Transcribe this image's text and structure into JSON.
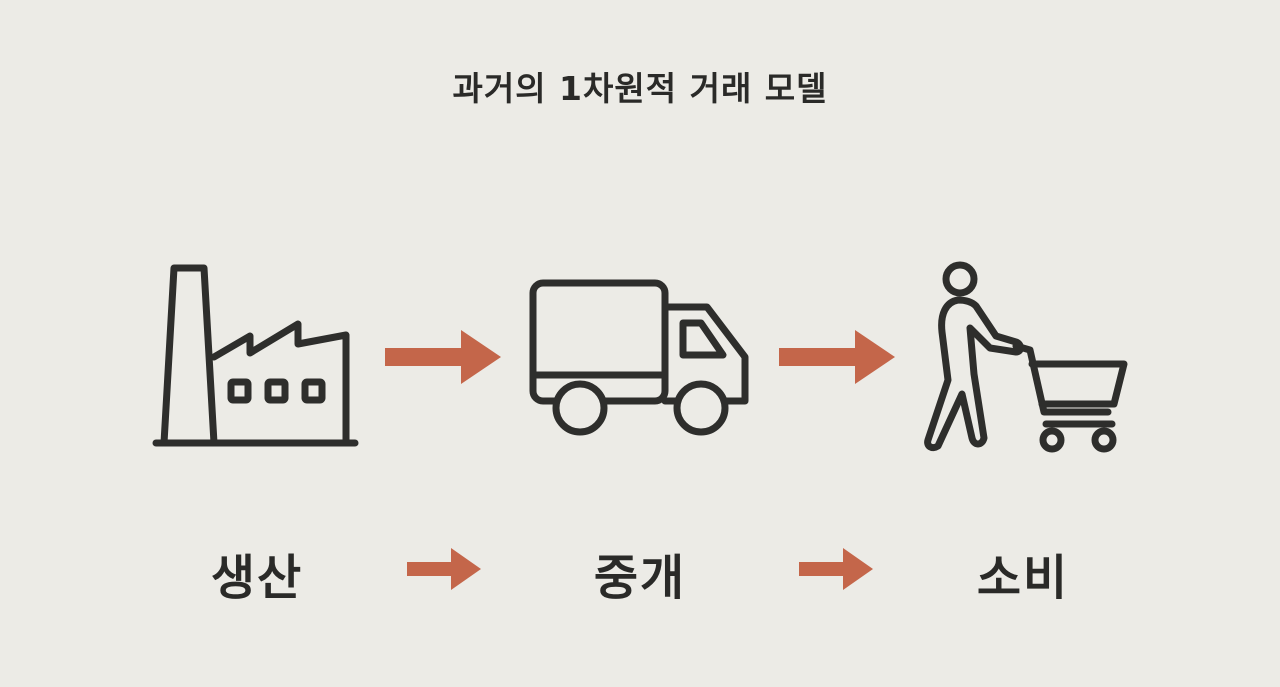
{
  "diagram": {
    "title": "과거의 1차원적 거래 모델",
    "stages": [
      {
        "label": "생산",
        "icon": "factory-icon"
      },
      {
        "label": "중개",
        "icon": "truck-icon"
      },
      {
        "label": "소비",
        "icon": "shopper-cart-icon"
      }
    ],
    "colors": {
      "background": "#ecebe6",
      "icon_stroke": "#2e2e2c",
      "arrow": "#c4664a",
      "text": "#2a2a28"
    }
  }
}
